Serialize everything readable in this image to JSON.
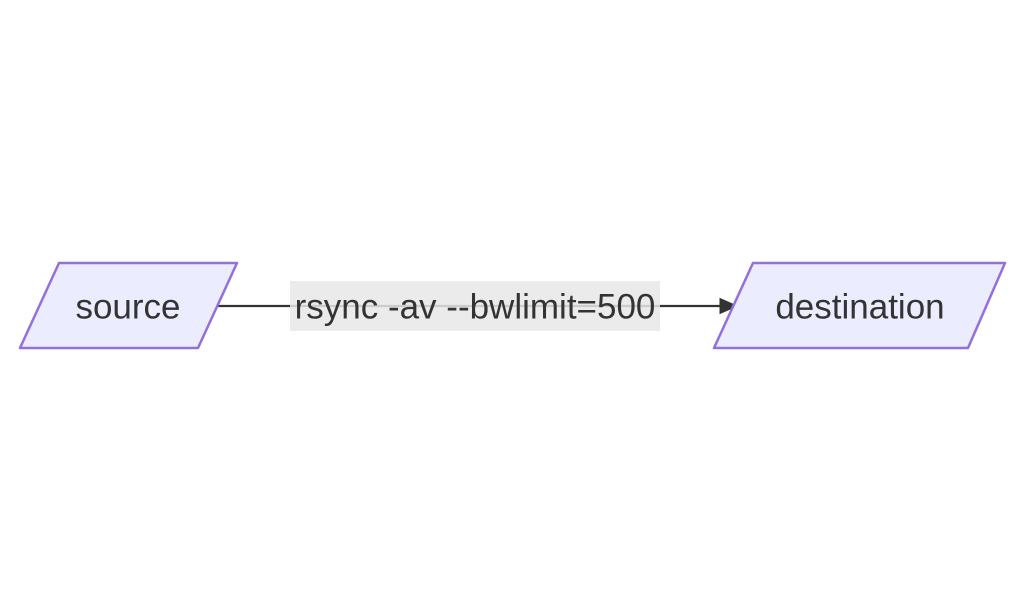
{
  "diagram": {
    "type": "flowchart",
    "direction": "left-to-right",
    "background": "#ffffff",
    "nodes": [
      {
        "id": "source",
        "label": "source",
        "shape": "parallelogram"
      },
      {
        "id": "destination",
        "label": "destination",
        "shape": "parallelogram"
      }
    ],
    "edges": [
      {
        "from": "source",
        "to": "destination",
        "label": "rsync -av --bwlimit=500",
        "arrow": "filled-triangle-right"
      }
    ],
    "colors": {
      "node_fill": "#ECECFF",
      "node_border": "#9370DB",
      "node_text": "#333333",
      "edge_line": "#333333",
      "edge_label_text": "#333333",
      "edge_label_bg": "#e8e8e8"
    }
  }
}
